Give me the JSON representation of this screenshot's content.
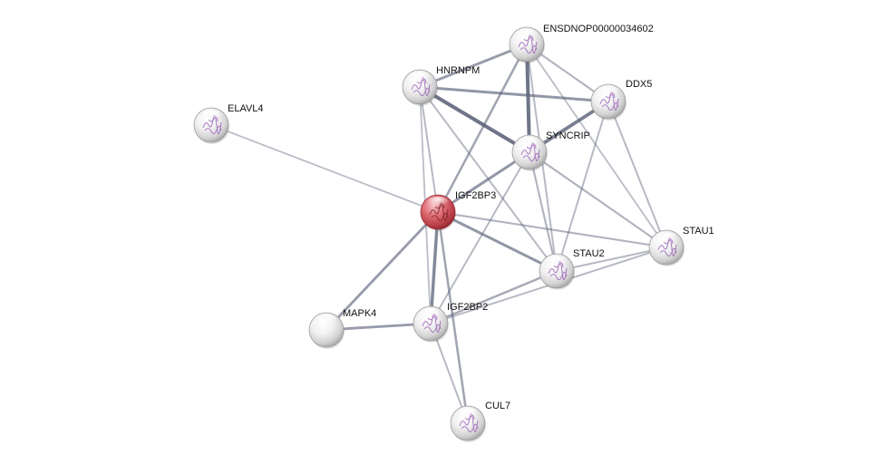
{
  "network": {
    "query_color": "#d9515b",
    "node_color": "#e6e6e6",
    "edge_color": "#5a6178",
    "nodes": [
      {
        "id": "IGF2BP3",
        "label": "IGF2BP3",
        "query": true,
        "structure": true
      },
      {
        "id": "IGF2BP2",
        "label": "IGF2BP2",
        "query": false,
        "structure": true
      },
      {
        "id": "SYNCRIP",
        "label": "SYNCRIP",
        "query": false,
        "structure": true
      },
      {
        "id": "HNRNPM",
        "label": "HNRNPM",
        "query": false,
        "structure": true
      },
      {
        "id": "ENSDNOP00000034602",
        "label": "ENSDNOP00000034602",
        "query": false,
        "structure": true
      },
      {
        "id": "DDX5",
        "label": "DDX5",
        "query": false,
        "structure": true
      },
      {
        "id": "STAU1",
        "label": "STAU1",
        "query": false,
        "structure": true
      },
      {
        "id": "STAU2",
        "label": "STAU2",
        "query": false,
        "structure": true
      },
      {
        "id": "ELAVL4",
        "label": "ELAVL4",
        "query": false,
        "structure": true
      },
      {
        "id": "MAPK4",
        "label": "MAPK4",
        "query": false,
        "structure": false
      },
      {
        "id": "CUL7",
        "label": "CUL7",
        "query": false,
        "structure": true
      }
    ],
    "edges": [
      {
        "source": "IGF2BP3",
        "target": "ELAVL4",
        "weight": 0.2
      },
      {
        "source": "IGF2BP3",
        "target": "ENSDNOP00000034602",
        "weight": 0.45
      },
      {
        "source": "IGF2BP3",
        "target": "HNRNPM",
        "weight": 0.25
      },
      {
        "source": "IGF2BP3",
        "target": "SYNCRIP",
        "weight": 0.6
      },
      {
        "source": "IGF2BP3",
        "target": "STAU1",
        "weight": 0.3
      },
      {
        "source": "IGF2BP3",
        "target": "STAU2",
        "weight": 0.6
      },
      {
        "source": "IGF2BP3",
        "target": "IGF2BP2",
        "weight": 0.75
      },
      {
        "source": "IGF2BP3",
        "target": "MAPK4",
        "weight": 0.55
      },
      {
        "source": "IGF2BP3",
        "target": "CUL7",
        "weight": 0.45
      },
      {
        "source": "HNRNPM",
        "target": "ENSDNOP00000034602",
        "weight": 0.55
      },
      {
        "source": "HNRNPM",
        "target": "DDX5",
        "weight": 0.6
      },
      {
        "source": "HNRNPM",
        "target": "SYNCRIP",
        "weight": 0.95
      },
      {
        "source": "HNRNPM",
        "target": "STAU2",
        "weight": 0.25
      },
      {
        "source": "HNRNPM",
        "target": "IGF2BP2",
        "weight": 0.2
      },
      {
        "source": "ENSDNOP00000034602",
        "target": "SYNCRIP",
        "weight": 0.95
      },
      {
        "source": "ENSDNOP00000034602",
        "target": "DDX5",
        "weight": 0.3
      },
      {
        "source": "ENSDNOP00000034602",
        "target": "STAU2",
        "weight": 0.25
      },
      {
        "source": "ENSDNOP00000034602",
        "target": "STAU1",
        "weight": 0.2
      },
      {
        "source": "DDX5",
        "target": "SYNCRIP",
        "weight": 0.85
      },
      {
        "source": "DDX5",
        "target": "STAU1",
        "weight": 0.25
      },
      {
        "source": "DDX5",
        "target": "STAU2",
        "weight": 0.25
      },
      {
        "source": "SYNCRIP",
        "target": "STAU1",
        "weight": 0.3
      },
      {
        "source": "SYNCRIP",
        "target": "STAU2",
        "weight": 0.3
      },
      {
        "source": "SYNCRIP",
        "target": "IGF2BP2",
        "weight": 0.25
      },
      {
        "source": "STAU1",
        "target": "STAU2",
        "weight": 0.25
      },
      {
        "source": "STAU1",
        "target": "IGF2BP2",
        "weight": 0.25
      },
      {
        "source": "STAU2",
        "target": "IGF2BP2",
        "weight": 0.4
      },
      {
        "source": "IGF2BP2",
        "target": "MAPK4",
        "weight": 0.55
      },
      {
        "source": "IGF2BP2",
        "target": "CUL7",
        "weight": 0.25
      }
    ]
  }
}
